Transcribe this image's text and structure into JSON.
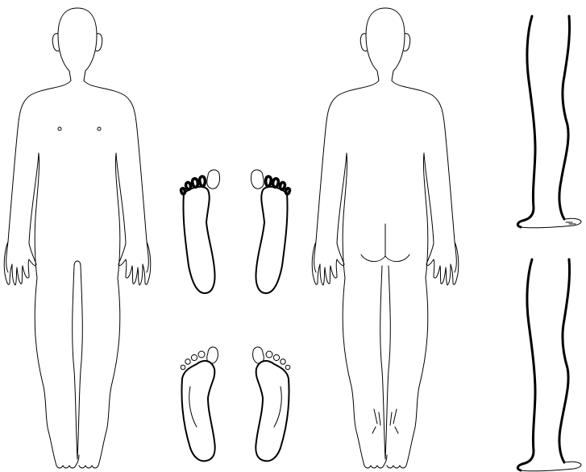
{
  "figure": {
    "background": "#ffffff",
    "line_color": "#000000",
    "panels": [
      "body-front-outline",
      "foot-soles-top",
      "foot-soles-bottom",
      "body-back-outline",
      "leg-side-top",
      "leg-side-bottom"
    ]
  }
}
